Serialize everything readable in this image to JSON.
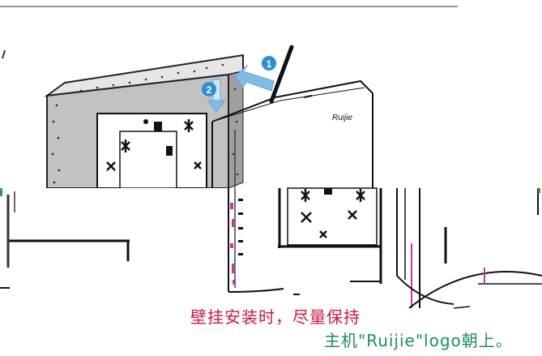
{
  "figure": {
    "brand_logo_text": "Ruijie",
    "steps": [
      {
        "number": "1",
        "color": "#2a8fd6"
      },
      {
        "number": "2",
        "color": "#2a8fd6"
      }
    ]
  },
  "captions": {
    "line1": "壁挂安装时，尽量保持",
    "line2": "主机\"Ruijie\"logo朝上。"
  },
  "colors": {
    "caption_red": "#d2143c",
    "caption_green": "#17905a",
    "arrow_blue": "#5fa8dc",
    "wall": "#bcbcbc",
    "outline": "#111111"
  }
}
